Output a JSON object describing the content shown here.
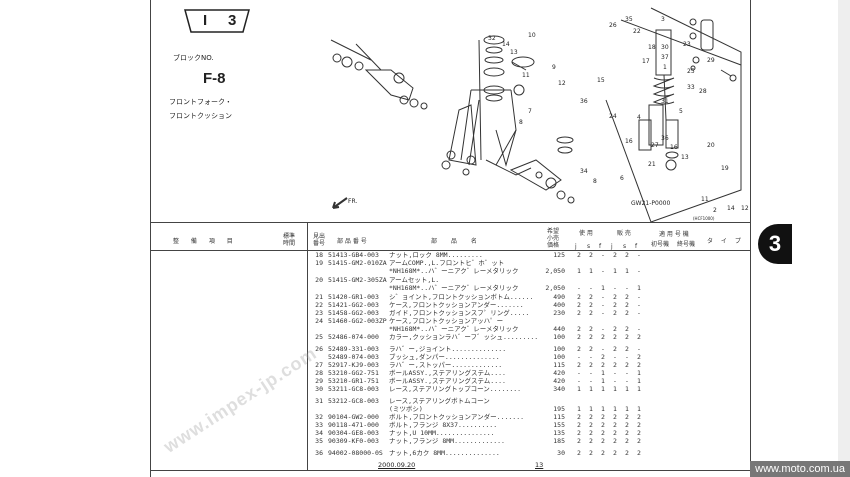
{
  "block": {
    "section": "I",
    "number": "3",
    "block_no_label": "ブロックNO.",
    "block_no": "F-8",
    "title_line1": "フロントフォーク・",
    "title_line2": "フロントクッション"
  },
  "figure": {
    "code": "GW21-P0000",
    "sub_code": "(HCF1000)",
    "fr_label": "FR.",
    "callouts": [
      "32",
      "14",
      "13",
      "10",
      "11",
      "9",
      "12",
      "3",
      "30",
      "37",
      "1",
      "29",
      "31",
      "28",
      "5",
      "4",
      "36",
      "7",
      "8",
      "34",
      "8",
      "6",
      "36",
      "16",
      "13",
      "20",
      "19",
      "11",
      "14",
      "12",
      "2",
      "26",
      "35",
      "22",
      "23",
      "18",
      "17",
      "15",
      "25",
      "24",
      "27",
      "21",
      "33",
      "16"
    ]
  },
  "table_header": {
    "work": "整 備 項 目",
    "std_time": "標準 時間",
    "ref_no": "見出 番号",
    "part_no": "部 品 番 号",
    "part_name": "部 品 名",
    "price": "希望 小売 価格",
    "usage": "使 用",
    "sales": "販 売",
    "qty_cols": [
      "j",
      "s",
      "f",
      "j",
      "s",
      "f"
    ],
    "applicable": "適 用 号 機",
    "first": "初号機",
    "last": "終号機",
    "type": "タ イ プ"
  },
  "rows": [
    {
      "no": "18",
      "pn": "51413-GB4-003",
      "name": "ナット,ロック 8MM.........",
      "price": "125",
      "q": [
        "2",
        "2",
        "-",
        "2",
        "2",
        "-"
      ]
    },
    {
      "no": "19",
      "pn": "51415-GM2-010ZA",
      "name": "アームCOMP.,L.フロントヒ゛ホ゛ット",
      "price": "",
      "q": [
        "",
        "",
        "",
        "",
        "",
        ""
      ]
    },
    {
      "no": "",
      "pn": "",
      "name": "*NH168M*..ハ゛ーニアク゛レーメタリック",
      "price": "2,050",
      "q": [
        "1",
        "1",
        "-",
        "1",
        "1",
        "-"
      ]
    },
    {
      "no": "20",
      "pn": "51415-GM2-305ZA",
      "name": "アームセット,L.",
      "price": "",
      "q": [
        "",
        "",
        "",
        "",
        "",
        ""
      ]
    },
    {
      "no": "",
      "pn": "",
      "name": "*NH168M*..ハ゛ーニアク゛レーメタリック",
      "price": "2,050",
      "q": [
        "-",
        "-",
        "1",
        "-",
        "-",
        "1"
      ]
    },
    {
      "no": "21",
      "pn": "51420-GR1-003",
      "name": "シ゛ョイント,フロントクッションボトム......",
      "price": "490",
      "q": [
        "2",
        "2",
        "-",
        "2",
        "2",
        "-"
      ]
    },
    {
      "no": "22",
      "pn": "51421-GG2-003",
      "name": "ケース,フロントクッションアンダー.......",
      "price": "400",
      "q": [
        "2",
        "2",
        "-",
        "2",
        "2",
        "-"
      ]
    },
    {
      "no": "23",
      "pn": "51458-GG2-003",
      "name": "ガイド,フロントクッションスフ゜リング.....",
      "price": "230",
      "q": [
        "2",
        "2",
        "-",
        "2",
        "2",
        "-"
      ]
    },
    {
      "no": "24",
      "pn": "51460-GG2-003ZP",
      "name": "ケース,フロントクッションアッハ゜ー",
      "price": "",
      "q": [
        "",
        "",
        "",
        "",
        "",
        ""
      ]
    },
    {
      "no": "",
      "pn": "",
      "name": "*NH168M*..ハ゛ーニアク゛レーメタリック",
      "price": "440",
      "q": [
        "2",
        "2",
        "-",
        "2",
        "2",
        "-"
      ]
    },
    {
      "no": "25",
      "pn": "52486-074-000",
      "name": "カラー,クッションラハ゛ーフ゛ッシュ.........",
      "price": "100",
      "q": [
        "2",
        "2",
        "2",
        "2",
        "2",
        "2"
      ]
    },
    {
      "no": "26",
      "pn": "52489-331-003",
      "name": "ラハ゛ー,ジョイント..............",
      "price": "100",
      "q": [
        "2",
        "2",
        "-",
        "2",
        "2",
        "-"
      ]
    },
    {
      "no": "",
      "pn": "52489-074-003",
      "name": "ブッシュ,ダンパー..............",
      "price": "100",
      "q": [
        "-",
        "-",
        "2",
        "-",
        "-",
        "2"
      ]
    },
    {
      "no": "27",
      "pn": "52917-KJ9-003",
      "name": "ラハ゛ー,ストッパー.............",
      "price": "115",
      "q": [
        "2",
        "2",
        "2",
        "2",
        "2",
        "2"
      ]
    },
    {
      "no": "28",
      "pn": "53210-GG2-751",
      "name": "ボールASSY.,ステアリングステム....",
      "price": "420",
      "q": [
        "-",
        "-",
        "1",
        "-",
        "-",
        "1"
      ]
    },
    {
      "no": "29",
      "pn": "53210-GR1-751",
      "name": "ボールASSY.,ステアリングステム....",
      "price": "420",
      "q": [
        "-",
        "-",
        "1",
        "-",
        "-",
        "1"
      ]
    },
    {
      "no": "30",
      "pn": "53211-GC8-003",
      "name": "レース,ステアリングトップコーン........",
      "price": "340",
      "q": [
        "1",
        "1",
        "1",
        "1",
        "1",
        "1"
      ]
    },
    {
      "no": "31",
      "pn": "53212-GC8-003",
      "name": "レース,ステアリングボトムコーン",
      "price": "",
      "q": [
        "",
        "",
        "",
        "",
        "",
        ""
      ]
    },
    {
      "no": "",
      "pn": "",
      "name": "                (ミツボシ)",
      "price": "195",
      "q": [
        "1",
        "1",
        "1",
        "1",
        "1",
        "1"
      ]
    },
    {
      "no": "32",
      "pn": "90104-GW2-000",
      "name": "ボルト,フロントクッションアンダー.......",
      "price": "115",
      "q": [
        "2",
        "2",
        "2",
        "2",
        "2",
        "2"
      ]
    },
    {
      "no": "33",
      "pn": "90118-471-000",
      "name": "ボルト,フランジ 8X37..........",
      "price": "155",
      "q": [
        "2",
        "2",
        "2",
        "2",
        "2",
        "2"
      ]
    },
    {
      "no": "34",
      "pn": "90304-GE8-003",
      "name": "ナット,U 10MM...............",
      "price": "135",
      "q": [
        "2",
        "2",
        "2",
        "2",
        "2",
        "2"
      ]
    },
    {
      "no": "35",
      "pn": "90309-KF0-003",
      "name": "ナット,フランジ 8MM.............",
      "price": "185",
      "q": [
        "2",
        "2",
        "2",
        "2",
        "2",
        "2"
      ]
    },
    {
      "no": "36",
      "pn": "94002-08000-0S",
      "name": "ナット,6カク 8MM..............",
      "price": "30",
      "q": [
        "2",
        "2",
        "2",
        "2",
        "2",
        "2"
      ]
    }
  ],
  "footer": {
    "date": "2000.09.20",
    "page": "13"
  },
  "side_tab": "3",
  "watermark": "www.impex-jp.com",
  "credit": "www.moto.com.ua"
}
